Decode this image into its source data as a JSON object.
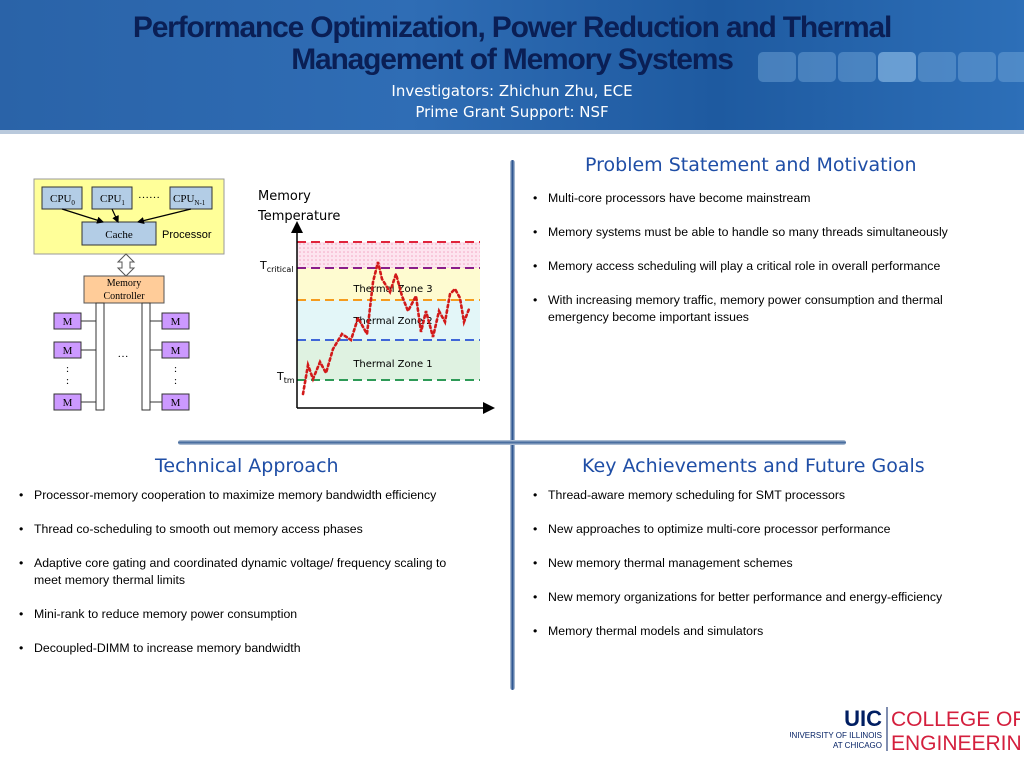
{
  "header": {
    "title_line1": "Performance Optimization, Power Reduction and Thermal",
    "title_line2": "Management of Memory Systems",
    "investigators": "Investigators: Zhichun Zhu, ECE",
    "grant": "Prime Grant Support: NSF"
  },
  "diagram": {
    "cpus": [
      {
        "label": "CPU",
        "sub": "0"
      },
      {
        "label": "CPU",
        "sub": "1"
      },
      {
        "label": "CPU",
        "sub": "N-1"
      }
    ],
    "cpu_ellipsis": "……",
    "cache_label": "Cache",
    "processor_label": "Processor",
    "memory_controller_line1": "Memory",
    "memory_controller_line2": "Controller",
    "module_label": "M",
    "mid_ellipsis": "…",
    "vertical_dots": ":"
  },
  "thermal_chart": {
    "ylabel_line1": "Memory",
    "ylabel_line2": "Temperature",
    "t_critical_main": "T",
    "t_critical_sub": "critical",
    "t_tm_main": "T",
    "t_tm_sub": "tm",
    "zones": [
      "Thermal Zone 3",
      "Thermal Zone 2",
      "Thermal Zone 1"
    ]
  },
  "problem": {
    "title": "Problem Statement and Motivation",
    "items": [
      "Multi-core processors have become mainstream",
      "Memory systems must be able to handle so many threads simultaneously",
      "Memory access scheduling will play a critical role in overall performance",
      "With increasing memory traffic, memory power consumption and thermal emergency become important issues"
    ]
  },
  "approach": {
    "title": "Technical Approach",
    "items": [
      "Processor-memory cooperation to maximize memory bandwidth efficiency",
      "Thread co-scheduling to smooth out memory access phases",
      "Adaptive core gating and coordinated dynamic voltage/ frequency scaling to meet memory thermal limits",
      "Mini-rank to reduce memory power consumption",
      "Decoupled-DIMM to increase memory bandwidth"
    ]
  },
  "achievements": {
    "title": "Key Achievements and Future Goals",
    "items": [
      "Thread-aware memory scheduling for SMT processors",
      "New approaches to optimize multi-core processor performance",
      "New memory thermal management schemes",
      "New memory organizations for better performance and energy-efficiency",
      "Memory thermal models and simulators"
    ]
  },
  "logo": {
    "uic": "UIC",
    "college": "COLLEGE OF",
    "engineering": "ENGINEERING",
    "univ_line1": "UNIVERSITY OF ILLINOIS",
    "univ_line2": "AT CHICAGO"
  },
  "colors": {
    "header_blue": "#2a63a8",
    "title_navy": "#0a1f55",
    "section_blue": "#1f4ea6",
    "processor_yellow": "#ffff99",
    "cpu_box": "#b3cde6",
    "memory_module": "#cc99ff",
    "controller_tan": "#ffcc99",
    "zone_red": "#e0243c",
    "zone_purple": "#8a1d8a",
    "zone_orange": "#f59b1e",
    "zone_blue": "#3f66d8",
    "zone_green": "#2e9a57",
    "uic_red": "#d41f3d",
    "uic_navy": "#001e62"
  }
}
